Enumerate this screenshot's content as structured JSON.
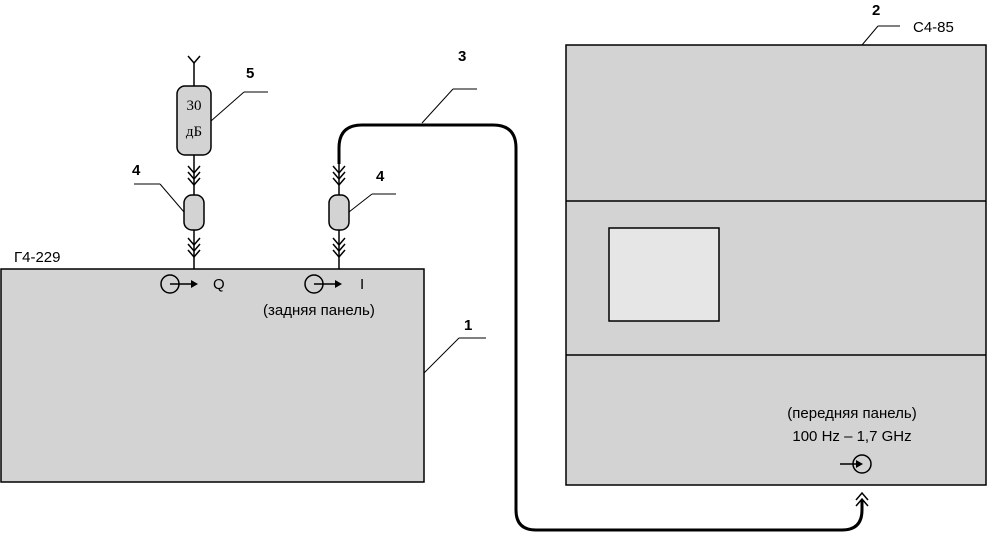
{
  "devices": {
    "generator": {
      "name": "Г4-229",
      "port_q": "Q",
      "port_i": "I",
      "panel": "(задняя панель)"
    },
    "analyzer": {
      "name": "С4-85",
      "panel": "(передняя панель)",
      "range": "100 Hz – 1,7 GHz"
    }
  },
  "attenuator": {
    "line1": "30",
    "line2": "дБ"
  },
  "callouts": {
    "c1": "1",
    "c2": "2",
    "c3": "3",
    "c4a": "4",
    "c4b": "4",
    "c5": "5"
  },
  "colors": {
    "box_fill": "#d3d3d3",
    "screen_fill": "#e6e6e6",
    "stroke": "#000000"
  }
}
